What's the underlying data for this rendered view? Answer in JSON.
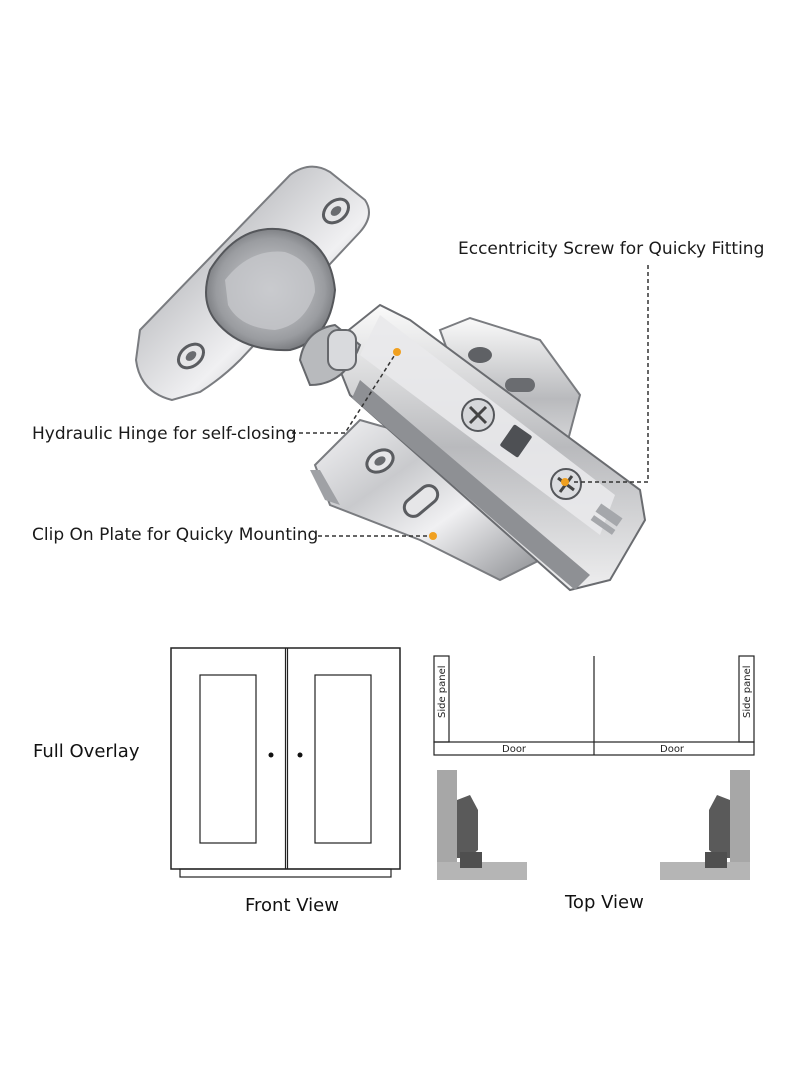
{
  "callouts": {
    "eccentricity": "Eccentricity Screw for Quicky Fitting",
    "hydraulic": "Hydraulic Hinge for self-closing",
    "clip_plate": "Clip On Plate for Quicky Mounting"
  },
  "diagram": {
    "overlay_label": "Full Overlay",
    "front_view": "Front View",
    "top_view": "Top View",
    "side_panel": "Side panel",
    "door": "Door"
  },
  "colors": {
    "marker": "#f0a020",
    "steel_light": "#e8e8ea",
    "steel_dark": "#6d6f73",
    "panel_gray": "#a7a7a7",
    "hinge_dark": "#555555"
  }
}
